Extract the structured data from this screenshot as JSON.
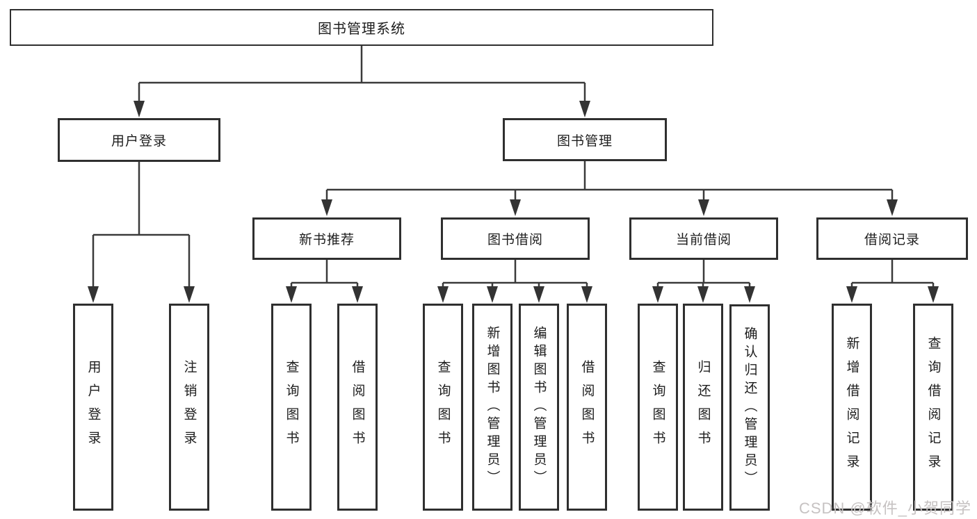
{
  "diagram": {
    "type": "hierarchy-tree",
    "nodes": {
      "root": "图书管理系统",
      "user_login": "用户登录",
      "book_mgmt": "图书管理",
      "new_book_rec": "新书推荐",
      "book_borrow": "图书借阅",
      "current_borrow": "当前借阅",
      "borrow_record": "借阅记录",
      "leaf_user_login": "用户登录",
      "leaf_logout": "注销登录",
      "leaf_rec_query": "查询图书",
      "leaf_rec_borrow": "借阅图书",
      "leaf_borrow_query": "查询图书",
      "leaf_borrow_add": "新增图书（管理员）",
      "leaf_borrow_edit": "编辑图书（管理员）",
      "leaf_borrow_borrow": "借阅图书",
      "leaf_current_query": "查询图书",
      "leaf_current_return": "归还图书",
      "leaf_current_confirm": "确认归还（管理员）",
      "leaf_record_add": "新增借阅记录",
      "leaf_record_query": "查询借阅记录"
    },
    "hierarchy": [
      {
        "parent": "图书管理系统",
        "children": [
          "用户登录",
          "图书管理"
        ]
      },
      {
        "parent": "用户登录",
        "children": [
          "用户登录",
          "注销登录"
        ]
      },
      {
        "parent": "图书管理",
        "children": [
          "新书推荐",
          "图书借阅",
          "当前借阅",
          "借阅记录"
        ]
      },
      {
        "parent": "新书推荐",
        "children": [
          "查询图书",
          "借阅图书"
        ]
      },
      {
        "parent": "图书借阅",
        "children": [
          "查询图书",
          "新增图书（管理员）",
          "编辑图书（管理员）",
          "借阅图书"
        ]
      },
      {
        "parent": "当前借阅",
        "children": [
          "查询图书",
          "归还图书",
          "确认归还（管理员）"
        ]
      },
      {
        "parent": "借阅记录",
        "children": [
          "新增借阅记录",
          "查询借阅记录"
        ]
      }
    ],
    "colors": {
      "line": "#3a3a3a",
      "box_border": "#2f2f2f",
      "text": "#1d1d1d",
      "background": "#ffffff",
      "watermark": "#c6c2c2"
    }
  },
  "watermark": "CSDN @软件_小贺同学"
}
